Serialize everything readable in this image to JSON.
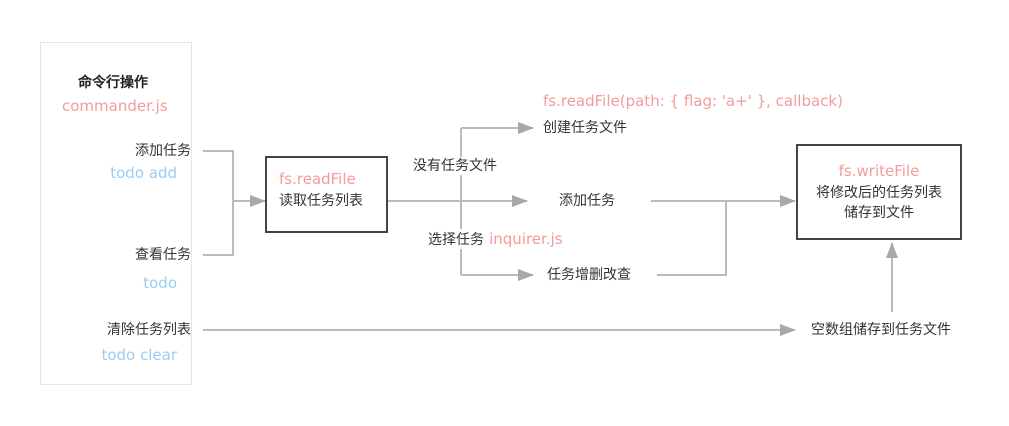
{
  "panel": {
    "title": "命令行操作",
    "library": "commander.js",
    "commands": [
      {
        "label": "添加任务",
        "cmd": "todo add"
      },
      {
        "label": "查看任务",
        "cmd": "todo"
      },
      {
        "label": "清除任务列表",
        "cmd": "todo clear"
      }
    ]
  },
  "read_box": {
    "api": "fs.readFile",
    "label": "读取任务列表"
  },
  "branches": {
    "no_file_condition": "没有任务文件",
    "select_condition": "选择任务",
    "select_library": "inquirer.js",
    "create_api": "fs.readFile(path: { flag: 'a+' }, callback)",
    "create_label": "创建任务文件",
    "add_label": "添加任务",
    "crud_label": "任务增删改查"
  },
  "write_box": {
    "api": "fs.writeFile",
    "label_line1": "将修改后的任务列表",
    "label_line2": "储存到文件"
  },
  "clear_target": "空数组储存到任务文件",
  "colors": {
    "accent_pink": "#f49b9b",
    "accent_blue": "#9dccf0",
    "line": "#bbbbbb",
    "arrow": "#a8a8a8",
    "box_border": "#444444"
  }
}
